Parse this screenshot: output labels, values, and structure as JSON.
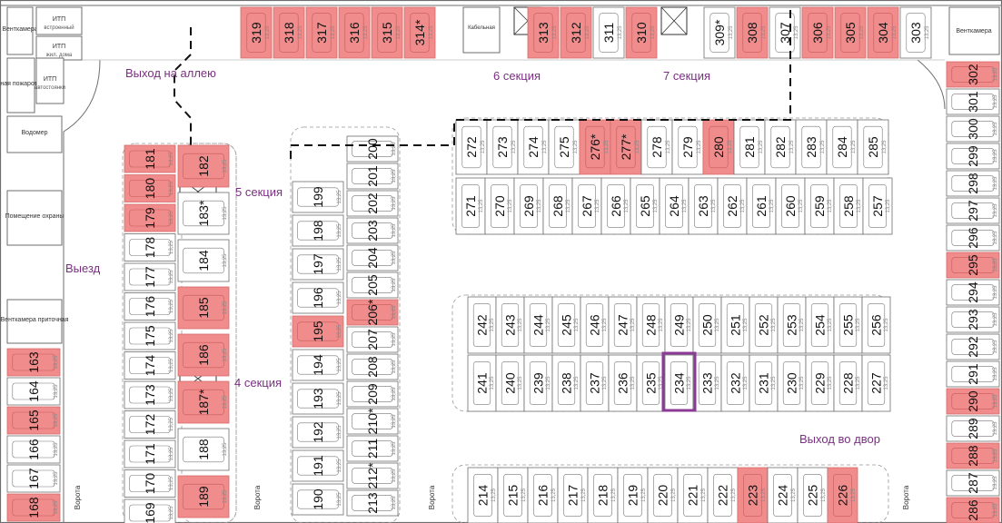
{
  "colors": {
    "sold": "#f08c8c",
    "sold_border": "#d96a6a",
    "free": "#ffffff",
    "line": "#6e6e6e",
    "label": "#7a2f82",
    "highlight": "#8b3a96",
    "route": "#111111"
  },
  "labels": {
    "exit_alley": "Выход на аллею",
    "section_6": "6 секция",
    "section_7": "7 секция",
    "section_5": "5 секция",
    "section_4": "4 секция",
    "exit": "Выезд",
    "exit_yard": "Выход во двор",
    "gates": "Ворота"
  },
  "rooms": {
    "itp1": "ИТП",
    "itp1_sub": "встроенный",
    "itp2": "ИТП",
    "itp2_sub": "жил. дома",
    "itp3": "ИТП",
    "itp3_sub": "автостоянки",
    "vent": "Венткамера",
    "water": "Водомер",
    "guard": "Помещение охраны",
    "pump": "Насосная пожаротушения",
    "cable": "Кабельная",
    "vent2": "Венткамера приточная"
  },
  "dim": "13,25",
  "highlight_spot": "234",
  "spots": {
    "top_row": [
      "319",
      "318",
      "317",
      "316",
      "315",
      "314*",
      "313",
      "312",
      "311",
      "310",
      "309*",
      "308",
      "307",
      "306",
      "305",
      "304",
      "303"
    ],
    "top_sold": [
      "319",
      "318",
      "317",
      "316",
      "315",
      "314*",
      "313",
      "312",
      "310",
      "308",
      "306",
      "305",
      "304"
    ],
    "right_col": [
      "302",
      "301",
      "300",
      "299",
      "298",
      "297",
      "296",
      "295",
      "294",
      "293",
      "292",
      "291",
      "290",
      "289",
      "288",
      "287",
      "286"
    ],
    "right_sold": [
      "302",
      "295",
      "290",
      "288",
      "286"
    ],
    "row_a": [
      "272",
      "273",
      "274",
      "275",
      "276*",
      "277*",
      "278",
      "279",
      "280",
      "281",
      "282",
      "283",
      "284",
      "285"
    ],
    "row_a_sold": [
      "276*",
      "277*",
      "280"
    ],
    "row_b": [
      "271",
      "270",
      "269",
      "268",
      "267",
      "266",
      "265",
      "264",
      "263",
      "262",
      "261",
      "260",
      "259",
      "258",
      "257"
    ],
    "row_c": [
      "242",
      "243",
      "244",
      "245",
      "246",
      "247",
      "248",
      "249",
      "250",
      "251",
      "252",
      "253",
      "254",
      "255",
      "256"
    ],
    "row_d": [
      "241",
      "240",
      "239",
      "238",
      "237",
      "236",
      "235",
      "234",
      "233",
      "232",
      "231",
      "230",
      "229",
      "228",
      "227"
    ],
    "row_e": [
      "214",
      "215",
      "216",
      "217",
      "218",
      "219",
      "220",
      "221",
      "222",
      "223",
      "224",
      "225",
      "226"
    ],
    "row_e_sold": [
      "223",
      "226"
    ],
    "col_left_outer": [
      "181",
      "180",
      "179",
      "178",
      "177",
      "176",
      "175",
      "174",
      "173",
      "172",
      "171",
      "170",
      "169"
    ],
    "col_left_outer_sold": [
      "181",
      "180",
      "179"
    ],
    "col_left_inner": [
      "182",
      "183*",
      "184",
      "185",
      "186",
      "187*",
      "188",
      "189"
    ],
    "col_left_inner_sold": [
      "182",
      "185",
      "186",
      "187*",
      "189"
    ],
    "col_mid_left": [
      "199",
      "198",
      "197",
      "196",
      "195",
      "194",
      "193",
      "192",
      "191",
      "190"
    ],
    "col_mid_left_sold": [
      "195"
    ],
    "col_mid_right": [
      "200",
      "201",
      "202",
      "203",
      "204",
      "205",
      "206*",
      "207",
      "208",
      "209",
      "210*",
      "211",
      "212*",
      "213"
    ],
    "col_mid_right_sold": [
      "206*"
    ],
    "col_far_left": [
      "163",
      "164",
      "165",
      "166",
      "167",
      "168"
    ],
    "col_far_left_sold": [
      "163",
      "165",
      "168"
    ]
  }
}
